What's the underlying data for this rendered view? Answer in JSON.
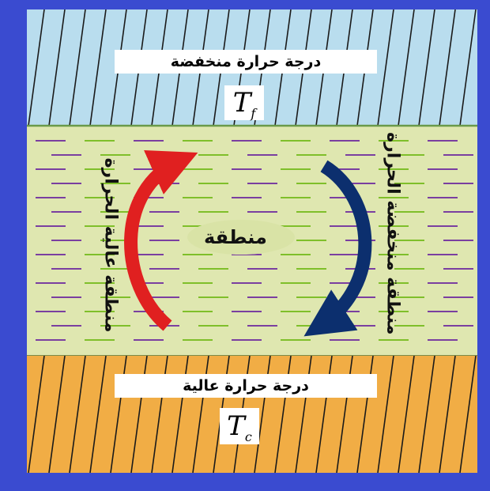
{
  "colors": {
    "background": "#3a4bd0",
    "cold_layer": "#b9ddee",
    "middle_layer": "#dfe7b0",
    "hot_layer": "#f1ad45",
    "hot_arrow": "#e02020",
    "cold_arrow": "#0c2f6e"
  },
  "top": {
    "label": "درجة حرارة منخفضة",
    "symbol": "T",
    "symbol_sub": "f"
  },
  "bottom": {
    "label": "درجة حرارة عالية",
    "symbol": "T",
    "symbol_sub": "c"
  },
  "middle": {
    "center_label": "منطقة",
    "left_label": "منطقة عالية الحرارة",
    "right_label": "منطقة منخفضة الحرارة"
  },
  "icons": {
    "hot_arrow": "curved-up-arrow-icon",
    "cold_arrow": "curved-down-arrow-icon"
  }
}
